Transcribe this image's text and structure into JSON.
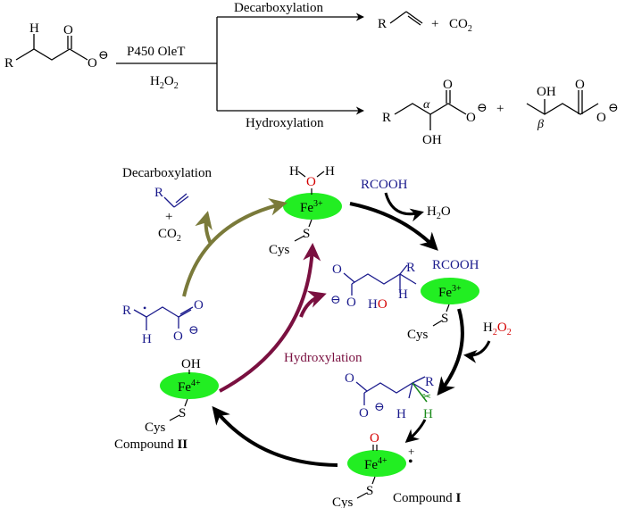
{
  "top_scheme": {
    "substrate": {
      "h_label": "H",
      "r_label": "R",
      "o_label": "O",
      "o_minus_label": "O",
      "charge": "⊖"
    },
    "reagents": {
      "enzyme": "P450 OleT",
      "oxidant_main": "H",
      "oxidant_sub": "2",
      "oxidant_tail": "O",
      "oxidant_sub2": "2"
    },
    "decarboxylation": {
      "label": "Decarboxylation",
      "product_r": "R",
      "plus": "+",
      "co2_main": "CO",
      "co2_sub": "2"
    },
    "hydroxylation": {
      "label": "Hydroxylation",
      "alpha_product": {
        "r": "R",
        "alpha": "α",
        "oh": "OH",
        "o": "O",
        "o_minus": "O",
        "charge": "⊖"
      },
      "plus": "+",
      "beta_product": {
        "oh": "OH",
        "beta": "β",
        "o": "O",
        "o_minus": "O",
        "charge": "⊖"
      }
    }
  },
  "cycle": {
    "rest_state": {
      "metal": "Fe",
      "charge": "3+",
      "o_label": "O",
      "h1": "H",
      "h2": "H",
      "s_label": "S",
      "cys": "Cys"
    },
    "substrate_entry": {
      "rcooh": "RCOOH",
      "water_main": "H",
      "water_sub": "2",
      "water_tail": "O"
    },
    "bound_state": {
      "rcooh": "RCOOH",
      "metal": "Fe",
      "charge": "3+",
      "s_label": "S",
      "cys": "Cys"
    },
    "peroxide": {
      "main": "H",
      "sub": "2",
      "tail": "O",
      "sub2": "2"
    },
    "hydroxylated_product": {
      "o": "O",
      "o_minus": "O",
      "charge": "⊖",
      "ho": "HO",
      "r": "R",
      "h": "H"
    },
    "substrate_bound": {
      "o": "O",
      "o_minus": "O",
      "charge": "⊖",
      "h1": "H",
      "h2": "H",
      "r": "R"
    },
    "compound_one": {
      "metal": "Fe",
      "charge": "4+",
      "o_label": "O",
      "radical": "•",
      "plus": "+",
      "s_label": "S",
      "cys": "Cys",
      "label_prefix": "Compound ",
      "label_bold": "I"
    },
    "compound_two": {
      "metal": "Fe",
      "charge": "4+",
      "oh_label": "OH",
      "s_label": "S",
      "cys": "Cys",
      "label_prefix": "Compound ",
      "label_bold": "II"
    },
    "radical_intermediate": {
      "r": "R",
      "dot": "•",
      "h": "H",
      "o": "O",
      "o_minus": "O",
      "charge": "⊖"
    },
    "decarboxylation": {
      "label": "Decarboxylation",
      "r": "R",
      "plus": "+",
      "co2_main": "CO",
      "co2_sub": "2"
    },
    "hydroxylation_label": "Hydroxylation"
  },
  "colors": {
    "heme_green": "#22ee22",
    "substrate_blue": "#1a1a8c",
    "oxygen_red": "#d40000",
    "olive_arrow": "#7a7a3a",
    "maroon_arrow": "#7a1040",
    "cleave_green": "#1a8a1a"
  }
}
